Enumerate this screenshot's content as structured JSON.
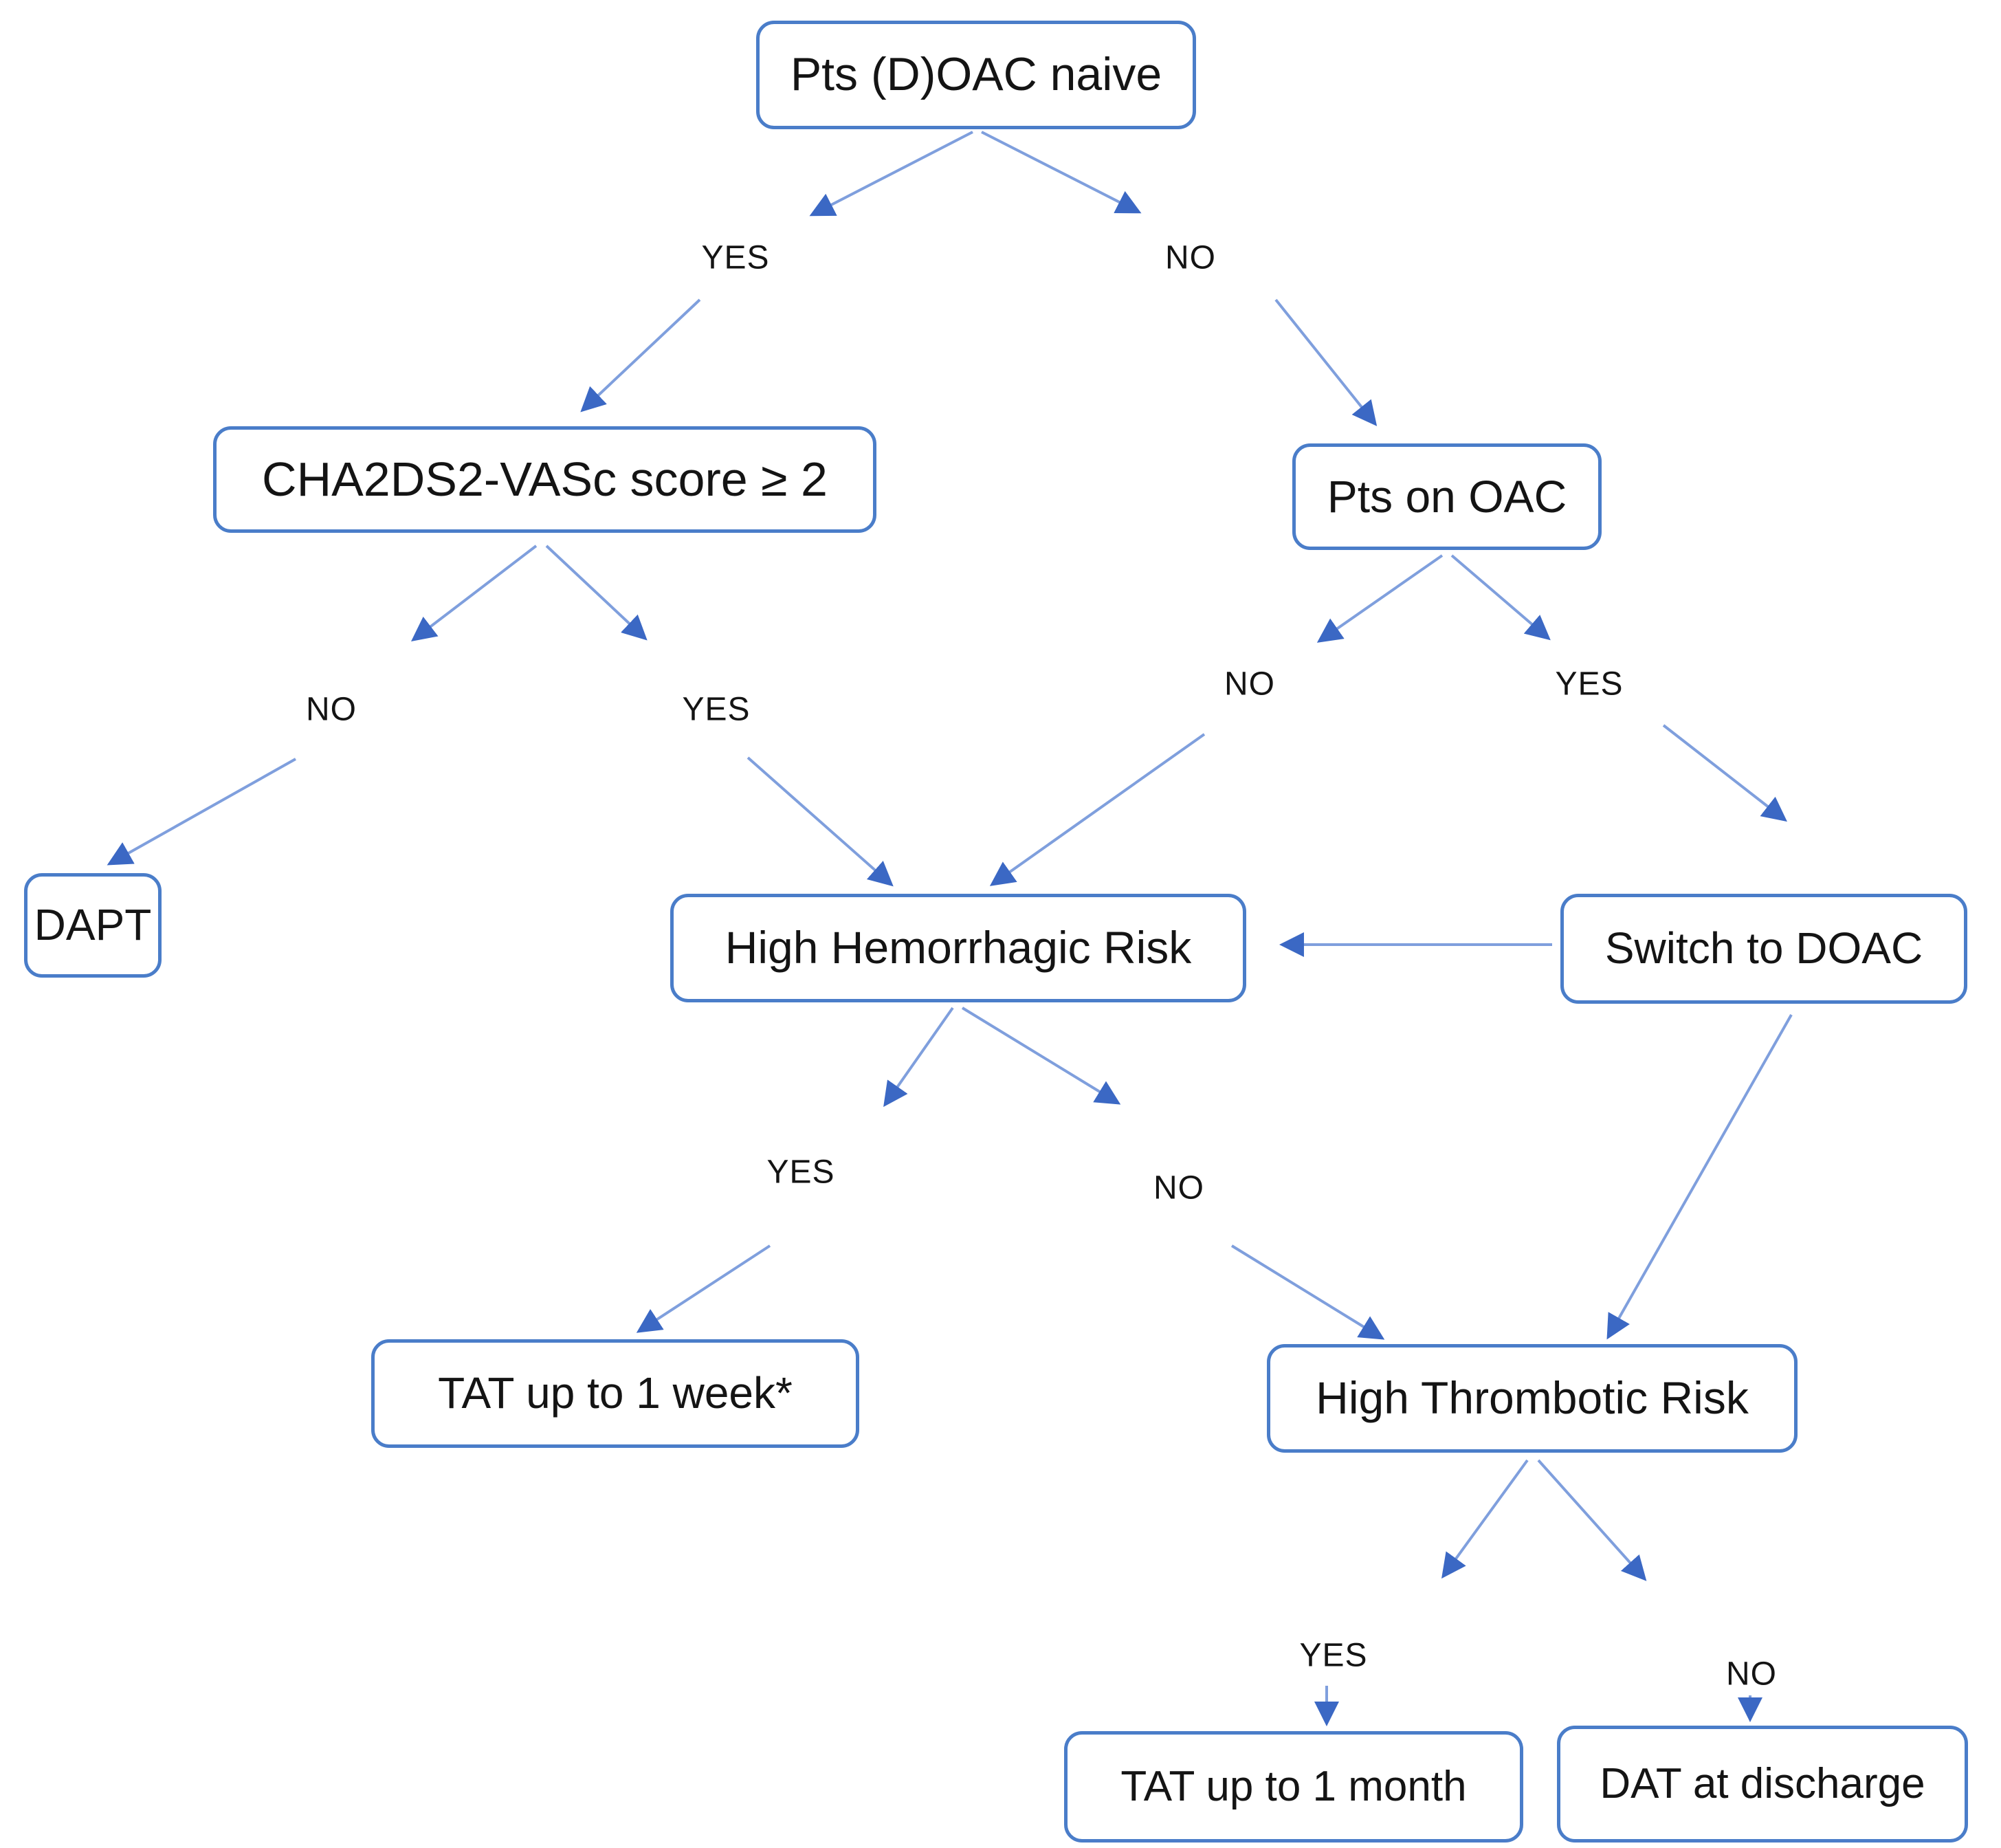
{
  "diagram": {
    "title": "(D)OAC antithrombotic decision flowchart",
    "colors": {
      "accent": "#4a7dc9",
      "line": "#7f9fdd",
      "arrowhead": "#3b68c4",
      "ink": "#141414",
      "background": "#ffffff"
    },
    "nodes": {
      "pts_naive": {
        "label": "Pts (D)OAC naive"
      },
      "cha2ds2": {
        "label": "CHA2DS2-VASc score ≥ 2"
      },
      "pts_oac": {
        "label": "Pts on OAC"
      },
      "dapt": {
        "label": "DAPT"
      },
      "hhr": {
        "label": "High Hemorrhagic Risk"
      },
      "switch_doac": {
        "label": "Switch to DOAC"
      },
      "tat_week": {
        "label": "TAT up to 1 week*"
      },
      "htr": {
        "label": "High Thrombotic Risk"
      },
      "tat_month": {
        "label": "TAT up to 1 month"
      },
      "dat": {
        "label": "DAT at discharge"
      }
    },
    "edge_labels": {
      "naive_yes": "YES",
      "naive_no": "NO",
      "cha_no": "NO",
      "cha_yes": "YES",
      "oac_no": "NO",
      "oac_yes": "YES",
      "hhr_yes": "YES",
      "hhr_no": "NO",
      "htr_yes": "YES",
      "htr_no": "NO"
    }
  }
}
